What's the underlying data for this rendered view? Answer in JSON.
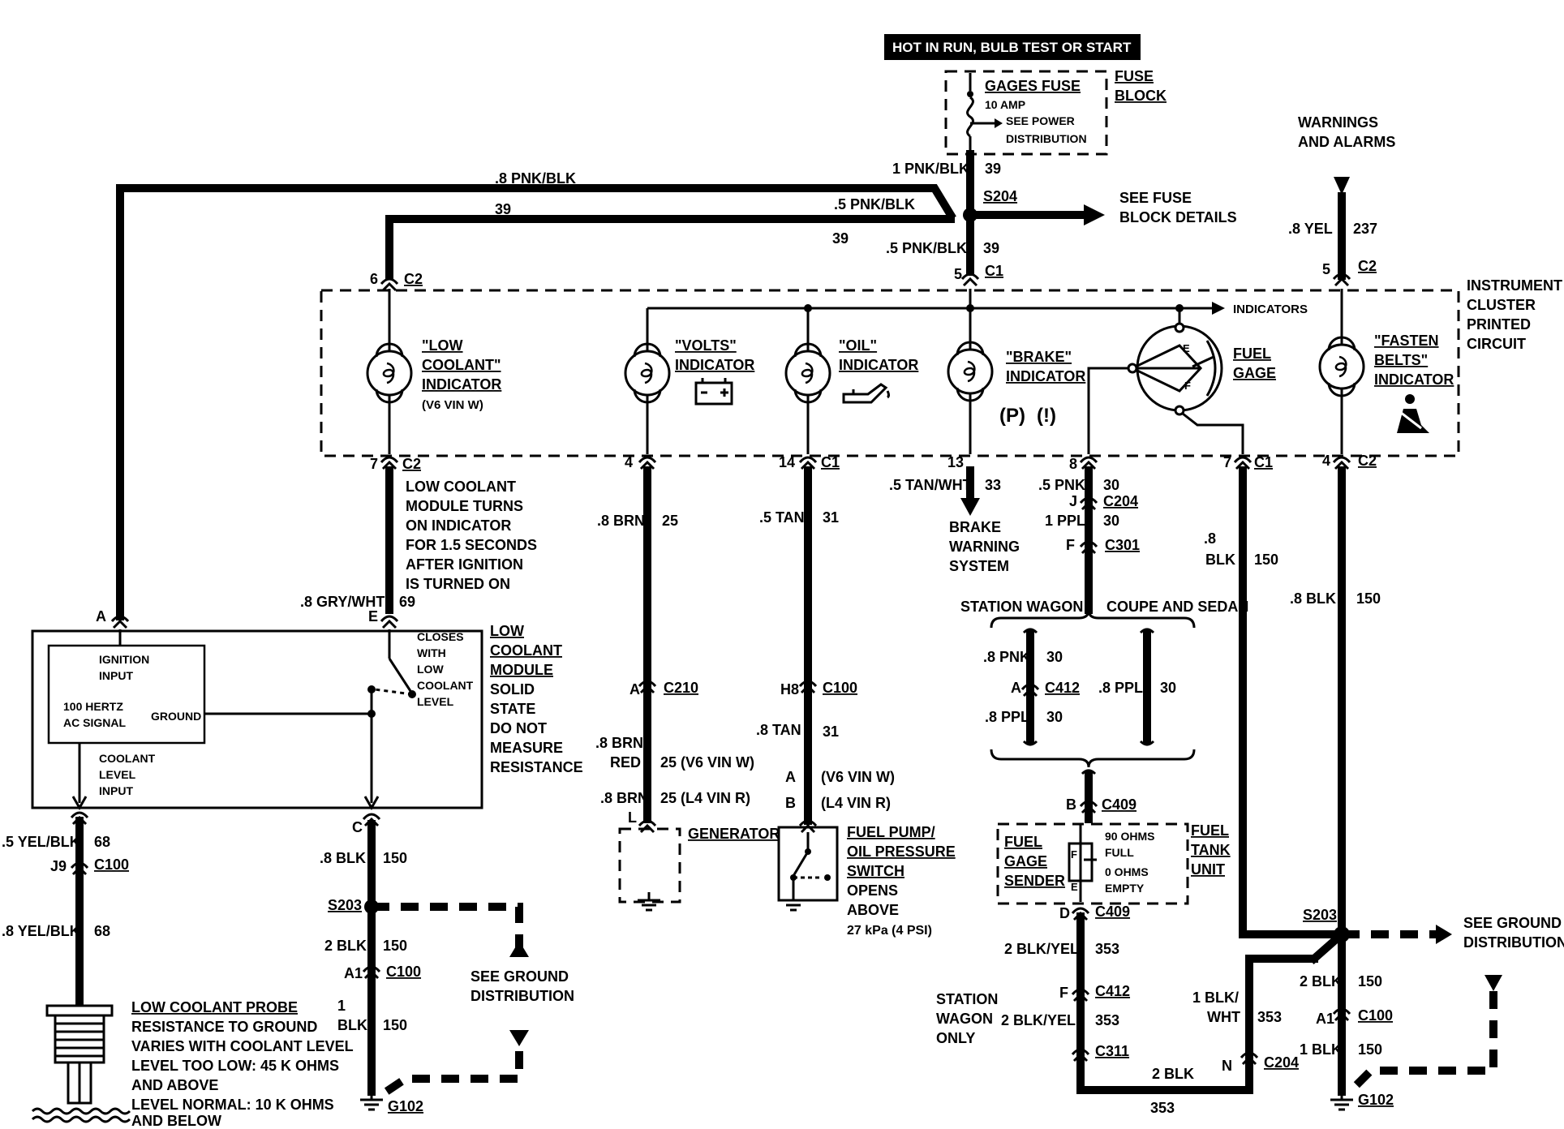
{
  "header": {
    "banner": "HOT IN RUN, BULB TEST OR START"
  },
  "fuse": {
    "title": "GAGES FUSE",
    "rating": "10 AMP",
    "note1": "SEE POWER",
    "note2": "DISTRIBUTION",
    "block1": "FUSE",
    "block2": "BLOCK"
  },
  "warnings": {
    "l1": "WARNINGS",
    "l2": "AND ALARMS"
  },
  "cluster": {
    "l1": "INSTRUMENT",
    "l2": "CLUSTER",
    "l3": "PRINTED",
    "l4": "CIRCUIT",
    "indicators": "INDICATORS"
  },
  "see_fuse": {
    "l1": "SEE FUSE",
    "l2": "BLOCK DETAILS"
  },
  "lowcool_ind": {
    "l1": "\"LOW",
    "l2": "COOLANT\"",
    "l3": "INDICATOR",
    "l4": "(V6 VIN W)"
  },
  "volts_ind": {
    "l1": "\"VOLTS\"",
    "l2": "INDICATOR"
  },
  "oil_ind": {
    "l1": "\"OIL\"",
    "l2": "INDICATOR"
  },
  "brake_ind": {
    "l1": "\"BRAKE\"",
    "l2": "INDICATOR",
    "sym1": "(P)",
    "sym2": "(!)"
  },
  "fuel_gage": {
    "l1": "FUEL",
    "l2": "GAGE",
    "e": "E",
    "f": "F"
  },
  "fasten_ind": {
    "l1": "\"FASTEN",
    "l2": "BELTS\"",
    "l3": "INDICATOR"
  },
  "wires": {
    "w8pnkblk": ".8 PNK/BLK",
    "w39a": "39",
    "w5pnkblk_a": ".5 PNK/BLK",
    "w39b": "39",
    "w1pnkblk": "1 PNK/BLK",
    "w39c": "39",
    "s204": "S204",
    "w5pnkblk_b": ".5 PNK/BLK",
    "w39d": "39",
    "c1_5": "5",
    "c1": "C1",
    "c2_6": "6",
    "c2a": "C2",
    "yel": ".8 YEL",
    "w237": "237",
    "c2_5": "5",
    "c2b": "C2",
    "p7": "7",
    "c2c": "C2",
    "p4a": "4",
    "c1b": "C1",
    "p14": "14",
    "c1c": "C1",
    "p13": "13",
    "p8": "8",
    "p7b": "7",
    "c1d": "C1",
    "p4b": "4",
    "c2d": "C2",
    "brn8": ".8 BRN",
    "w25": "25",
    "tan5": ".5 TAN",
    "w31": "31",
    "tanwht": ".5 TAN/WHT",
    "w33": "33",
    "pnk5": ".5 PNK",
    "w30a": "30",
    "pj": "J",
    "c204": "C204",
    "ppl1": "1 PPL",
    "w30b": "30",
    "pf": "F",
    "c301": "C301",
    "blk8a": ".8",
    "blk8b": "BLK",
    "w150a": "150",
    "blk8c": ".8 BLK",
    "w150b": "150",
    "grywht": ".8 GRY/WHT",
    "w69": "69",
    "pa": "A",
    "pe": "E"
  },
  "brake_sys": {
    "l1": "BRAKE",
    "l2": "WARNING",
    "l3": "SYSTEM"
  },
  "coolant_note": {
    "l1": "LOW COOLANT",
    "l2": "MODULE TURNS",
    "l3": "ON INDICATOR",
    "l4": "FOR 1.5 SECONDS",
    "l5": "AFTER IGNITION",
    "l6": "IS TURNED ON"
  },
  "module": {
    "ign1": "IGNITION",
    "ign2": "INPUT",
    "hz1": "100 HERTZ",
    "hz2": "AC SIGNAL",
    "ground": "GROUND",
    "cl1": "COOLANT",
    "cl2": "LEVEL",
    "cl3": "INPUT",
    "sw1": "CLOSES",
    "sw2": "WITH",
    "sw3": "LOW",
    "sw4": "COOLANT",
    "sw5": "LEVEL",
    "n1": "LOW",
    "n2": "COOLANT",
    "n3": "MODULE",
    "n4": "SOLID",
    "n5": "STATE",
    "n6": "DO NOT",
    "n7": "MEASURE",
    "n8": "RESISTANCE"
  },
  "left_bottom": {
    "yelblk5": ".5 YEL/BLK",
    "w68a": "68",
    "j9": "J9",
    "c100a": "C100",
    "yelblk8": ".8 YEL/BLK",
    "w68b": "68",
    "probe1": "LOW COOLANT PROBE",
    "probe2": "RESISTANCE TO GROUND",
    "probe3": "VARIES WITH COOLANT LEVEL",
    "probe4": "LEVEL TOO LOW: 45 K OHMS",
    "probe5": "AND ABOVE",
    "probe6": "LEVEL NORMAL: 10 K OHMS",
    "probe7": "AND BELOW",
    "pc": "C",
    "blk8": ".8 BLK",
    "w150c": "150",
    "s203": "S203",
    "blk2": "2 BLK",
    "w150d": "150",
    "a1": "A1",
    "c100b": "C100",
    "one": "1",
    "blk": "BLK",
    "w150e": "150",
    "g102": "G102",
    "sg1": "SEE GROUND",
    "sg2": "DISTRIBUTION"
  },
  "gen": {
    "pa": "A",
    "c210": "C210",
    "brnred1": ".8 BRN/",
    "brnred2": "RED",
    "w25v6": "25 (V6 VIN W)",
    "brn8": ".8 BRN",
    "w25l4": "25 (L4 VIN R)",
    "pl": "L",
    "name": "GENERATOR"
  },
  "oil": {
    "h8": "H8",
    "c100": "C100",
    "tan8": ".8 TAN",
    "w31": "31",
    "pa": "A",
    "v6": "(V6 VIN W)",
    "pb": "B",
    "l4": "(L4 VIN R)",
    "n1": "FUEL PUMP/",
    "n2": "OIL PRESSURE",
    "n3": "SWITCH",
    "n4": "OPENS",
    "n5": "ABOVE",
    "n6": "27 kPa (4 PSI)"
  },
  "fuel": {
    "sw": "STATION WAGON",
    "cs": "COUPE AND SEDAN",
    "pnk8": ".8 PNK",
    "w30a": "30",
    "pa": "A",
    "c412": "C412",
    "ppl8a": ".8 PPL",
    "w30b": "30",
    "ppl8b": ".8 PPL",
    "w30c": "30",
    "pb": "B",
    "c409a": "C409",
    "s1": "FUEL",
    "s2": "GAGE",
    "s3": "SENDER",
    "f": "F",
    "e": "E",
    "o1": "90 OHMS",
    "o2": "FULL",
    "o3": "0 OHMS",
    "o4": "EMPTY",
    "u1": "FUEL",
    "u2": "TANK",
    "u3": "UNIT",
    "pd": "D",
    "c409b": "C409",
    "bkyel2a": "2 BLK/YEL",
    "w353a": "353",
    "pf": "F",
    "c412b": "C412",
    "swo1": "STATION",
    "swo2": "WAGON",
    "swo3": "ONLY",
    "bkyel2b": "2 BLK/YEL",
    "w353b": "353",
    "c311": "C311",
    "blk2": "2 BLK",
    "pn": "N",
    "c204": "C204",
    "w353c": "353",
    "blkwht1": "1 BLK/",
    "blkwht2": "WHT",
    "w353d": "353"
  },
  "right_ground": {
    "s203": "S203",
    "sg1": "SEE GROUND",
    "sg2": "DISTRIBUTION",
    "blk2": "2 BLK",
    "w150a": "150",
    "a1": "A1",
    "c100": "C100",
    "blk1": "1 BLK",
    "w150b": "150",
    "g102": "G102"
  }
}
